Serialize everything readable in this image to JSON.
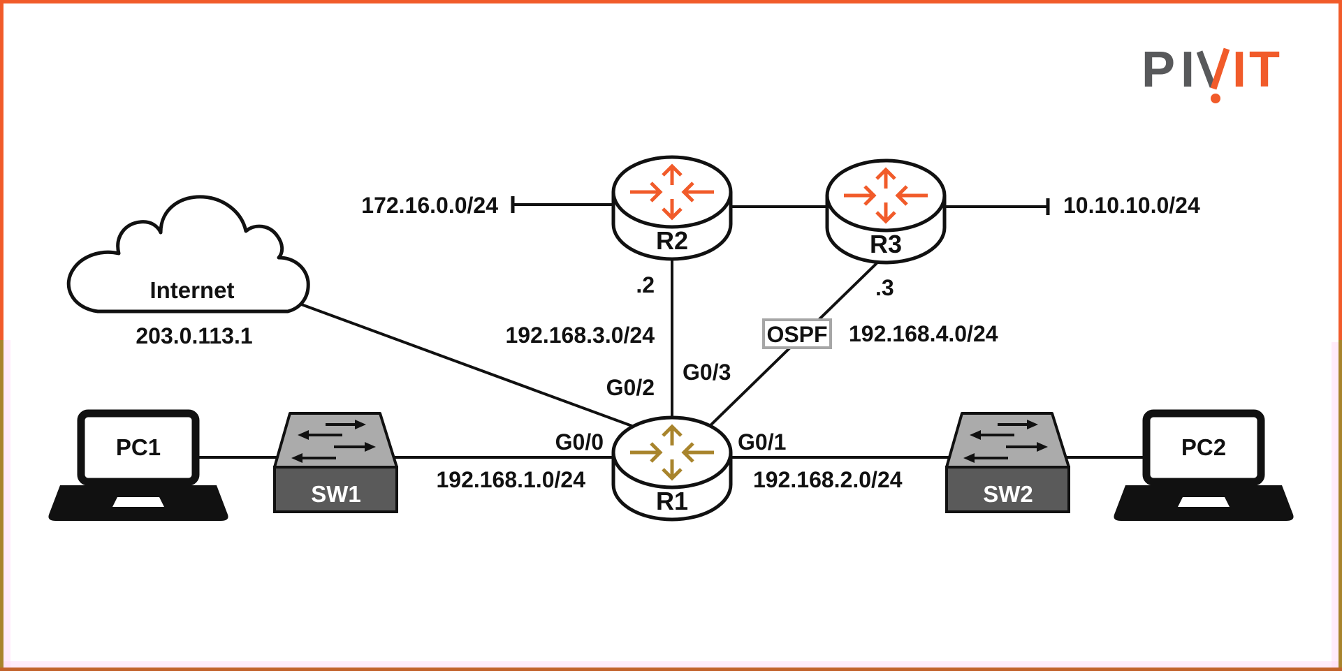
{
  "colors": {
    "brand_orange": "#f15b2a",
    "logo_gray": "#58595b",
    "olive": "#a8842c",
    "frame_bottom": "#c2622b",
    "tint_pink": "#ffddf5",
    "line": "#111111",
    "text": "#111111",
    "switch_top": "#ababab",
    "switch_front": "#5a5a5a",
    "switch_label": "#ffffff",
    "ospf_border": "#a6a6a6"
  },
  "logo": {
    "brand": "PIVIT",
    "p": "P",
    "i1": "I",
    "v": "V",
    "i2": "I",
    "t": "T"
  },
  "nodes": {
    "internet": {
      "label": "Internet",
      "address": "203.0.113.1"
    },
    "r1": {
      "label": "R1"
    },
    "r2": {
      "label": "R2"
    },
    "r3": {
      "label": "R3"
    },
    "sw1": {
      "label": "SW1"
    },
    "sw2": {
      "label": "SW2"
    },
    "pc1": {
      "label": "PC1"
    },
    "pc2": {
      "label": "PC2"
    }
  },
  "annotations": {
    "ospf": "OSPF",
    "net_172_16_0_0": "172.16.0.0/24",
    "net_10_10_10_0": "10.10.10.0/24",
    "net_192_168_1_0": "192.168.1.0/24",
    "net_192_168_2_0": "192.168.2.0/24",
    "net_192_168_3_0": "192.168.3.0/24",
    "net_192_168_4_0": "192.168.4.0/24",
    "if_g0_0": "G0/0",
    "if_g0_1": "G0/1",
    "if_g0_2": "G0/2",
    "if_g0_3": "G0/3",
    "r2_host_suffix": ".2",
    "r3_host_suffix": ".3"
  }
}
